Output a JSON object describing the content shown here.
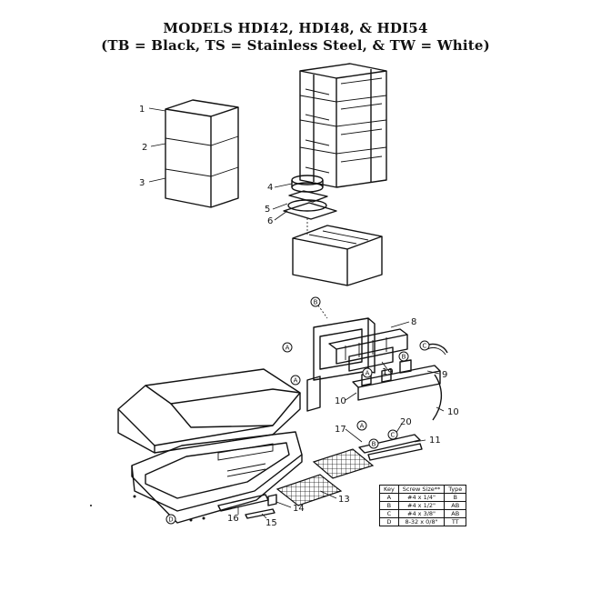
{
  "title": {
    "line1": "MODELS HDI42, HDI48, & HDI54",
    "line2": "(TB = Black, TS = Stainless Steel, & TW = White)"
  },
  "callouts": [
    {
      "id": "c1",
      "label": "1"
    },
    {
      "id": "c2",
      "label": "2"
    },
    {
      "id": "c3",
      "label": "3"
    },
    {
      "id": "c4",
      "label": "4"
    },
    {
      "id": "c5",
      "label": "5"
    },
    {
      "id": "c6",
      "label": "6"
    },
    {
      "id": "c8",
      "label": "8"
    },
    {
      "id": "c9",
      "label": "9"
    },
    {
      "id": "c10a",
      "label": "10"
    },
    {
      "id": "c10b",
      "label": "10"
    },
    {
      "id": "c11",
      "label": "11"
    },
    {
      "id": "c13",
      "label": "13"
    },
    {
      "id": "c14",
      "label": "14"
    },
    {
      "id": "c15",
      "label": "15"
    },
    {
      "id": "c16",
      "label": "16"
    },
    {
      "id": "c17",
      "label": "17"
    },
    {
      "id": "c19",
      "label": "19"
    },
    {
      "id": "c20",
      "label": "20"
    }
  ],
  "screw_keys": [
    {
      "id": "k1",
      "label": "B"
    },
    {
      "id": "k2",
      "label": "A"
    },
    {
      "id": "k3",
      "label": "C"
    },
    {
      "id": "k4",
      "label": "A"
    },
    {
      "id": "k5",
      "label": "A"
    },
    {
      "id": "k6",
      "label": "B"
    },
    {
      "id": "k7",
      "label": "C"
    },
    {
      "id": "k8",
      "label": "A"
    },
    {
      "id": "k9",
      "label": "B"
    },
    {
      "id": "k10",
      "label": "D"
    }
  ],
  "key_table": {
    "headers": [
      "Key",
      "Screw Size**",
      "Type"
    ],
    "rows": [
      [
        "A",
        "#4 x 1/4\"",
        "B"
      ],
      [
        "B",
        "#4 x 1/2\"",
        "AB"
      ],
      [
        "C",
        "#4 x 3/8\"",
        "AB"
      ],
      [
        "D",
        "8-32 x 0/8\"",
        "TT"
      ]
    ]
  }
}
